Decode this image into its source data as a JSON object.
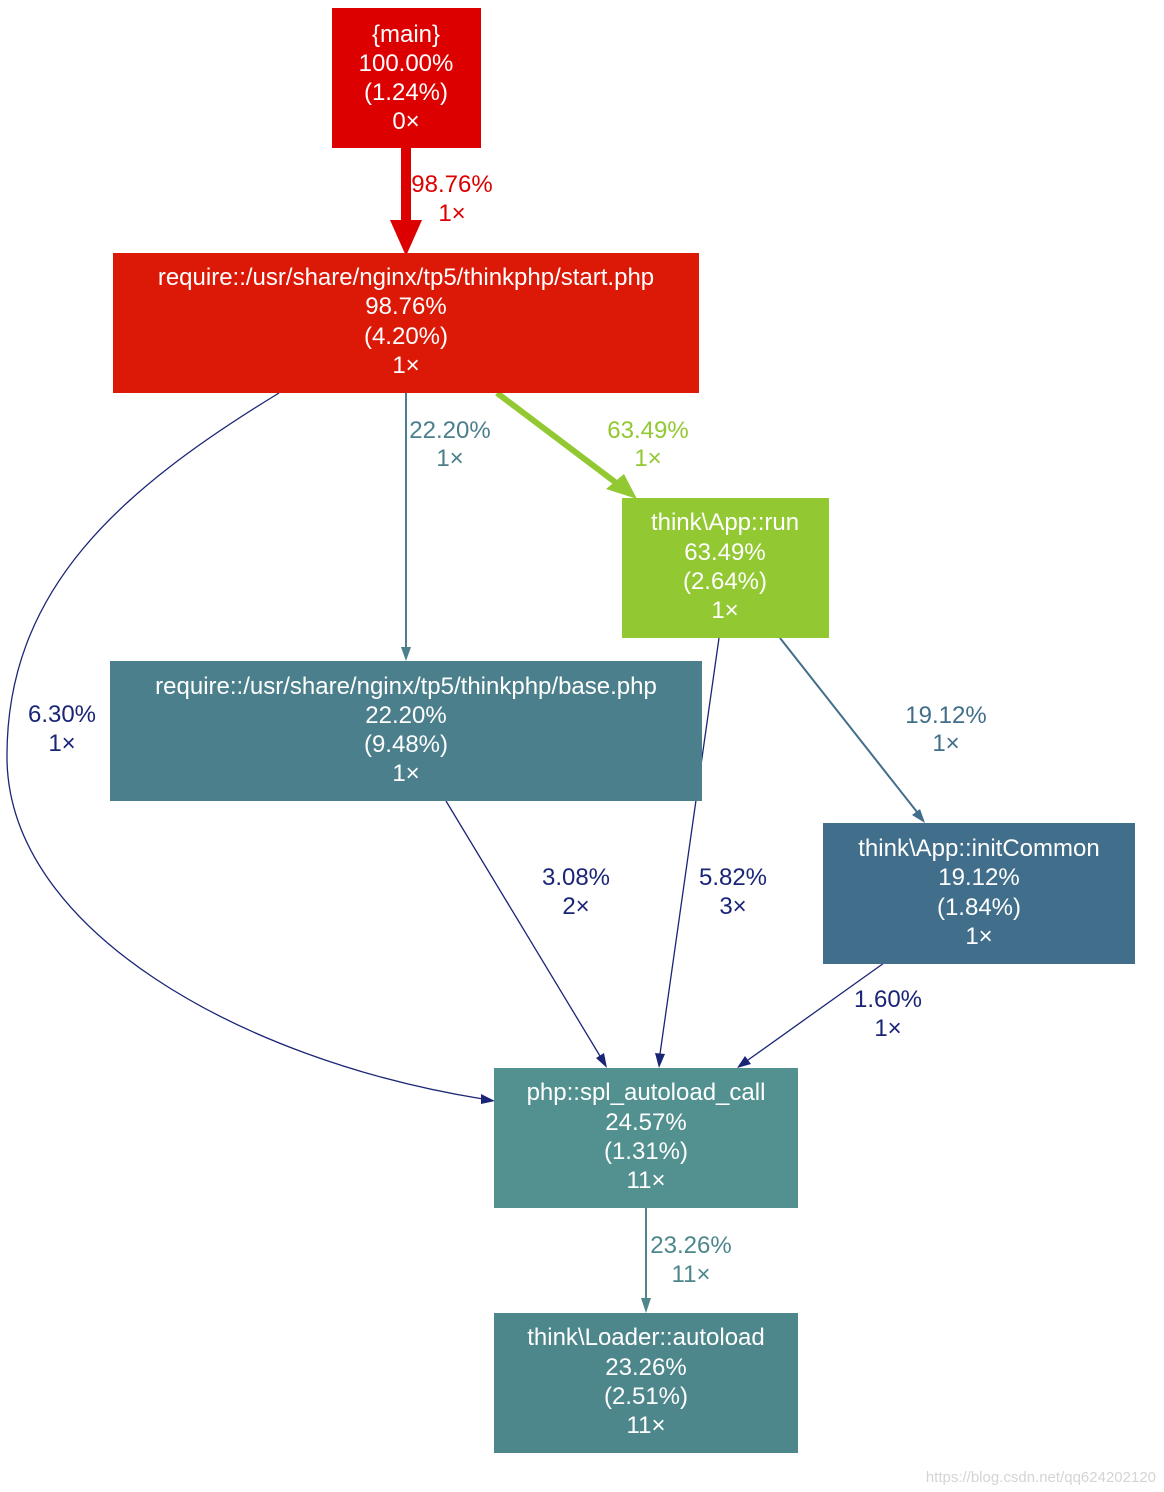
{
  "nodes": {
    "main": {
      "name": "{main}",
      "inclusive": "100.00%",
      "exclusive": "(1.24%)",
      "calls": "0×",
      "color": "#dd0000"
    },
    "start": {
      "name": "require::/usr/share/nginx/tp5/thinkphp/start.php",
      "inclusive": "98.76%",
      "exclusive": "(4.20%)",
      "calls": "1×",
      "color": "#dc1806"
    },
    "app_run": {
      "name": "think\\App::run",
      "inclusive": "63.49%",
      "exclusive": "(2.64%)",
      "calls": "1×",
      "color": "#92c831"
    },
    "base": {
      "name": "require::/usr/share/nginx/tp5/thinkphp/base.php",
      "inclusive": "22.20%",
      "exclusive": "(9.48%)",
      "calls": "1×",
      "color": "#4b7f8b"
    },
    "init": {
      "name": "think\\App::initCommon",
      "inclusive": "19.12%",
      "exclusive": "(1.84%)",
      "calls": "1×",
      "color": "#416e8a"
    },
    "spl": {
      "name": "php::spl_autoload_call",
      "inclusive": "24.57%",
      "exclusive": "(1.31%)",
      "calls": "11×",
      "color": "#539090"
    },
    "loader": {
      "name": "think\\Loader::autoload",
      "inclusive": "23.26%",
      "exclusive": "(2.51%)",
      "calls": "11×",
      "color": "#4d878c"
    }
  },
  "edges": {
    "main_start": {
      "percent": "98.76%",
      "calls": "1×",
      "color": "#dd0000"
    },
    "start_base": {
      "percent": "22.20%",
      "calls": "1×",
      "color": "#4b7f8b"
    },
    "start_run": {
      "percent": "63.49%",
      "calls": "1×",
      "color": "#92c831"
    },
    "start_spl": {
      "percent": "6.30%",
      "calls": "1×",
      "color": "#1a2576"
    },
    "run_init": {
      "percent": "19.12%",
      "calls": "1×",
      "color": "#416e8a"
    },
    "base_spl": {
      "percent": "3.08%",
      "calls": "2×",
      "color": "#1a2576"
    },
    "run_spl": {
      "percent": "5.82%",
      "calls": "3×",
      "color": "#1a2576"
    },
    "init_spl": {
      "percent": "1.60%",
      "calls": "1×",
      "color": "#1a2576"
    },
    "spl_loader": {
      "percent": "23.26%",
      "calls": "11×",
      "color": "#4d878c"
    }
  },
  "watermark": "https://blog.csdn.net/qq624202120"
}
